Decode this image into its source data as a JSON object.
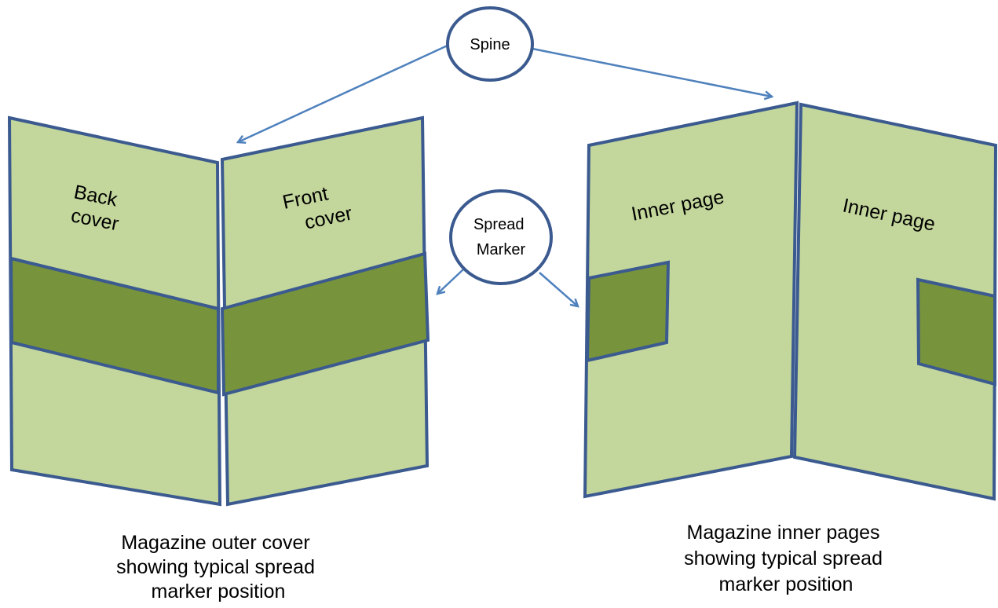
{
  "callouts": {
    "spine": "Spine",
    "spread_marker": [
      "Spread",
      "Marker"
    ]
  },
  "outer_cover": {
    "back_cover_label": [
      "Back",
      "cover"
    ],
    "front_cover_label": [
      "Front",
      "cover"
    ],
    "caption": [
      "Magazine outer cover",
      "showing typical spread",
      "marker position"
    ]
  },
  "inner_pages": {
    "left_page_label": "Inner page",
    "right_page_label": "Inner page",
    "caption": [
      "Magazine inner pages",
      "showing typical spread",
      "marker position"
    ]
  },
  "colors": {
    "page_fill": "#c3d69b",
    "marker_fill": "#77933c",
    "outline": "#3b5a8f",
    "arrow": "#4f81bd"
  }
}
